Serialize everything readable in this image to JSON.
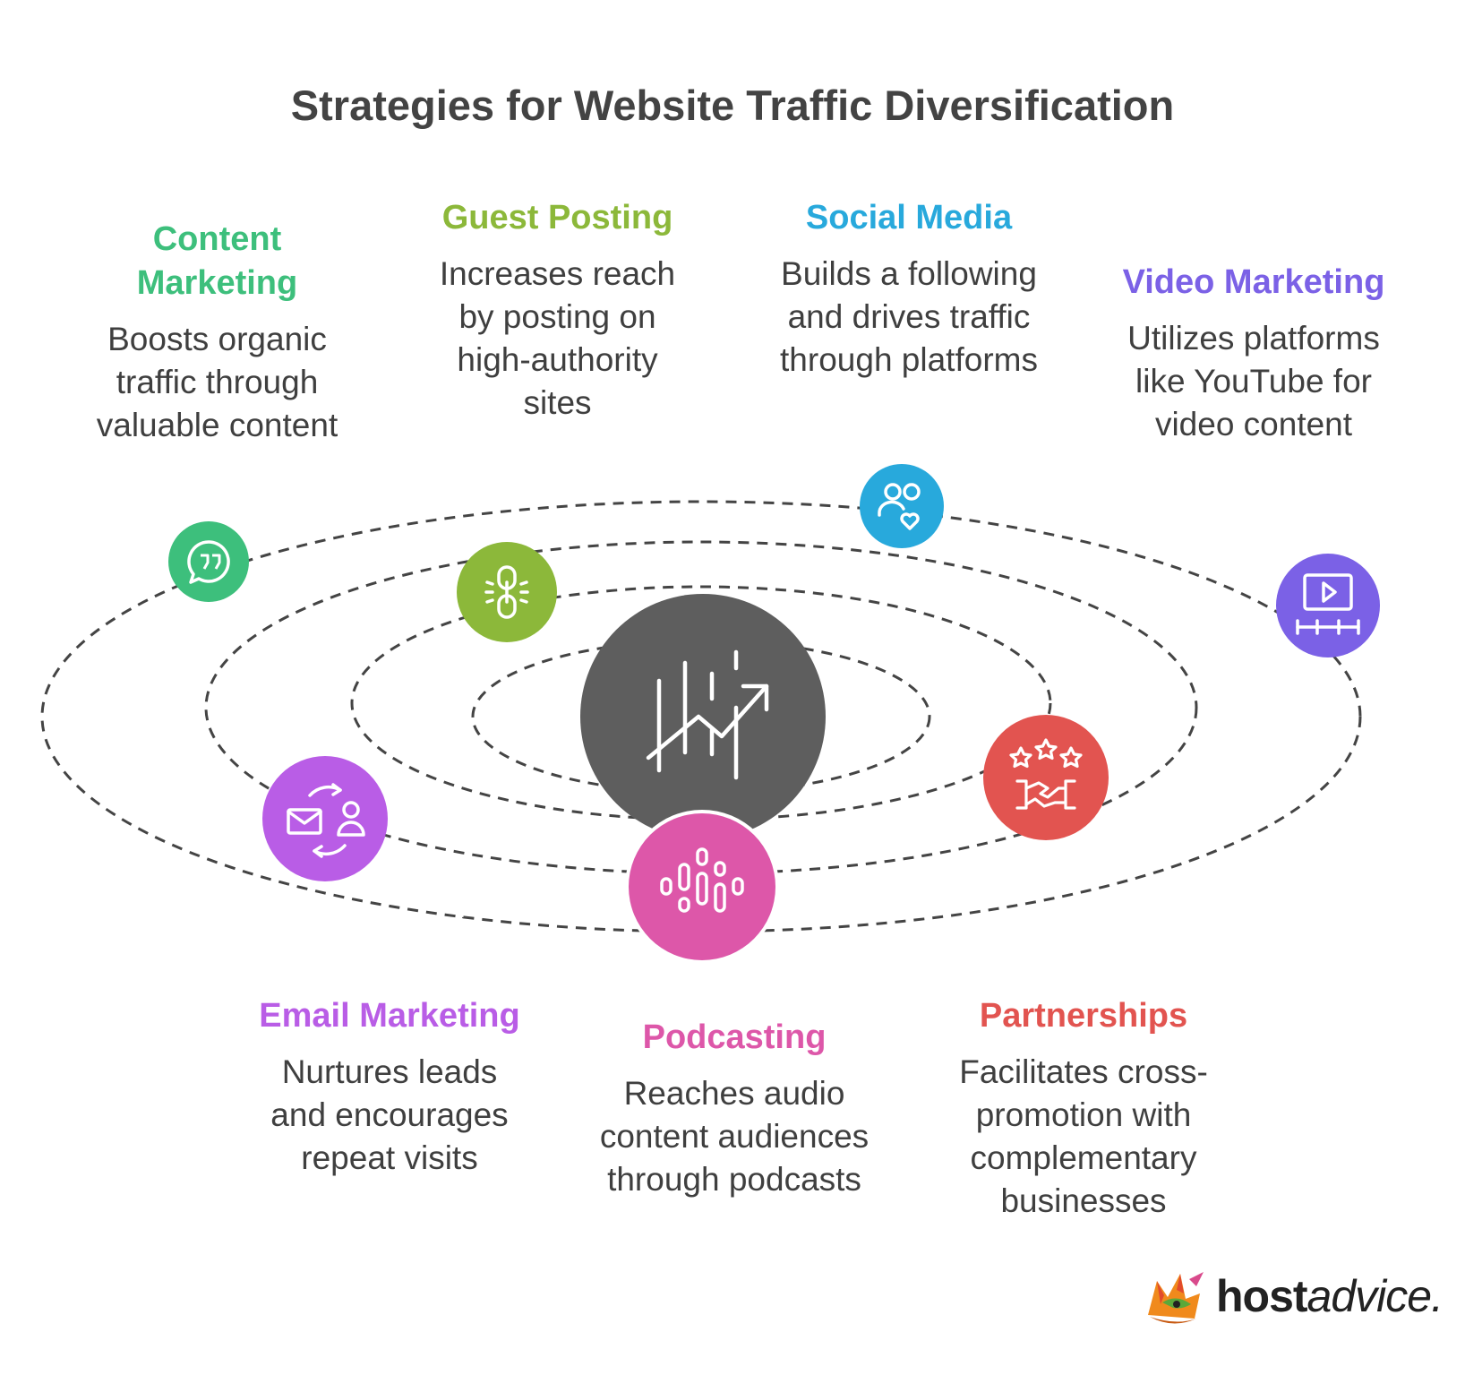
{
  "title": "Strategies for Website Traffic Diversification",
  "colors": {
    "content_marketing": "#3dbf7c",
    "guest_posting": "#8cb83a",
    "social_media": "#28a9dc",
    "video_marketing": "#7b61e6",
    "email_marketing": "#b95de6",
    "podcasting": "#dd57a9",
    "partnerships": "#e25450",
    "center": "#5e5e5e"
  },
  "strategies": {
    "content_marketing": {
      "heading_line1": "Content",
      "heading_line2": "Marketing",
      "desc": [
        "Boosts organic",
        "traffic through",
        "valuable content"
      ],
      "icon": "quote-bubble-icon"
    },
    "guest_posting": {
      "heading": "Guest Posting",
      "desc": [
        "Increases reach",
        "by posting on",
        "high-authority",
        "sites"
      ],
      "icon": "chain-link-icon"
    },
    "social_media": {
      "heading": "Social Media",
      "desc": [
        "Builds a following",
        "and drives traffic",
        "through platforms"
      ],
      "icon": "people-heart-icon"
    },
    "video_marketing": {
      "heading": "Video Marketing",
      "desc": [
        "Utilizes platforms",
        "like YouTube for",
        "video content"
      ],
      "icon": "video-play-icon"
    },
    "email_marketing": {
      "heading": "Email Marketing",
      "desc": [
        "Nurtures leads",
        "and encourages",
        "repeat visits"
      ],
      "icon": "email-user-cycle-icon"
    },
    "podcasting": {
      "heading": "Podcasting",
      "desc": [
        "Reaches audio",
        "content audiences",
        "through podcasts"
      ],
      "icon": "audio-waveform-icon"
    },
    "partnerships": {
      "heading": "Partnerships",
      "desc": [
        "Facilitates cross-",
        "promotion with",
        "complementary",
        "businesses"
      ],
      "icon": "stars-handshake-icon"
    }
  },
  "center_icon": "growth-chart-icon",
  "logo": {
    "bold": "host",
    "rest": "advice."
  }
}
